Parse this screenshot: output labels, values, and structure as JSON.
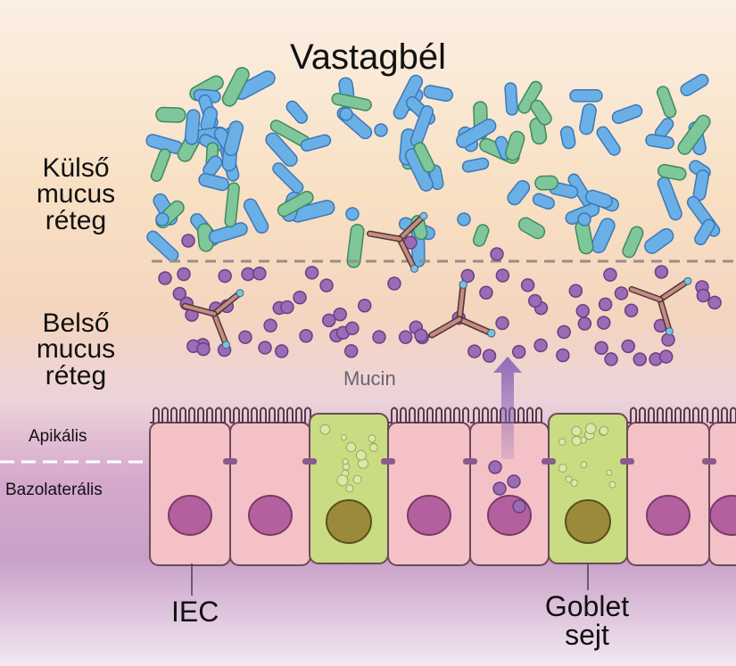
{
  "title": "Vastagbél",
  "labels": {
    "outer_layer": [
      "Külső",
      "mucus",
      "réteg"
    ],
    "inner_layer": [
      "Belső",
      "mucus",
      "réteg"
    ],
    "apical": "Apikális",
    "basolateral": "Bazolaterális",
    "mucin": "Mucin",
    "iec": "IEC",
    "goblet": [
      "Goblet",
      "sejt"
    ]
  },
  "colors": {
    "bacteria_blue": "#6ab0e6",
    "bacteria_green": "#7fc69a",
    "mucin_particle": "#9b6bb5",
    "iec_cell": "#f4c2c6",
    "goblet_cell": "#c9dc82",
    "nucleus": "#b5609e",
    "goblet_nucleus": "#9a8a3a",
    "antibody": "#c98a82",
    "tight_junction": "#8a5a8e"
  }
}
